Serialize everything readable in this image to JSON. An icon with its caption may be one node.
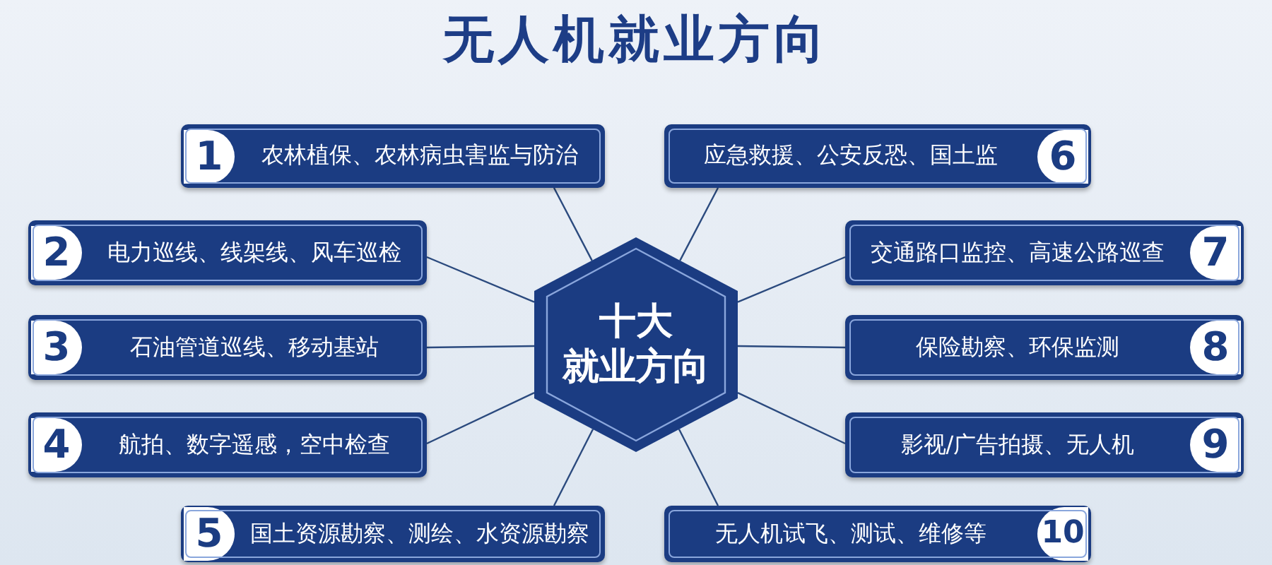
{
  "diagram": {
    "title": "无人机就业方向",
    "nodes": [
      {
        "text": [
          "十大就业方向"
        ]
      },
      {
        "text": [
          "1",
          "农林植保、农林病虫害监与防治"
        ]
      },
      {
        "text": [
          "2",
          "电力巡线、线架线、风车巡检"
        ]
      },
      {
        "text": [
          "3",
          "石油管道巡线、移动基站"
        ]
      },
      {
        "text": [
          "4",
          "航拍、数字遥感，空中检查"
        ]
      },
      {
        "text": [
          "5",
          "国土资源勘察、测绘、水资源勘察"
        ]
      },
      {
        "text": [
          "应急救援、公安反恐、国土监",
          "6"
        ]
      },
      {
        "text": [
          "交通路口监控、高速公路巡查",
          "7"
        ]
      },
      {
        "text": [
          "保险勘察、环保监测",
          "8"
        ]
      },
      {
        "text": [
          "影视/广告拍摄、无人机",
          "9"
        ]
      },
      {
        "text": [
          "无人机试飞、测试、维修等",
          "10"
        ]
      }
    ],
    "edges": [
      {
        "from": 0,
        "to": 1,
        "arrow": "none"
      },
      {
        "from": 0,
        "to": 2,
        "arrow": "none"
      },
      {
        "from": 0,
        "to": 3,
        "arrow": "none"
      },
      {
        "from": 0,
        "to": 4,
        "arrow": "none"
      },
      {
        "from": 0,
        "to": 5,
        "arrow": "none"
      },
      {
        "from": 0,
        "to": 6,
        "arrow": "none"
      },
      {
        "from": 0,
        "to": 7,
        "arrow": "none"
      },
      {
        "from": 0,
        "to": 8,
        "arrow": "none"
      },
      {
        "from": 0,
        "to": 9,
        "arrow": "none"
      },
      {
        "from": 0,
        "to": 10,
        "arrow": "none"
      }
    ]
  }
}
